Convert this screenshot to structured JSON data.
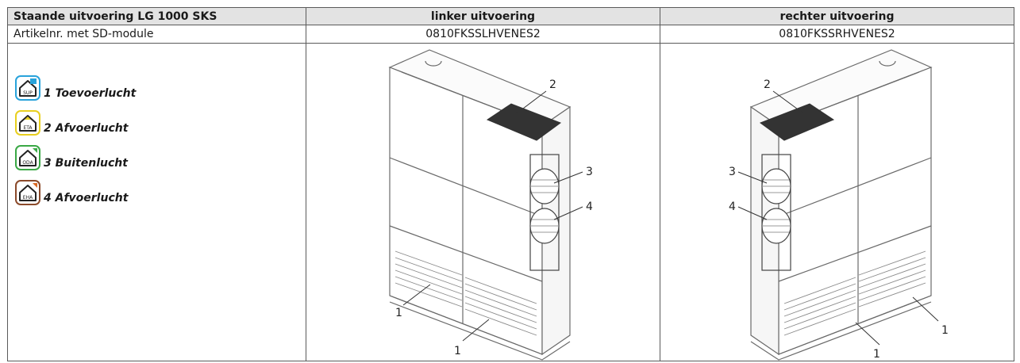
{
  "table": {
    "headers": [
      "Staande uitvoering LG 1000 SKS",
      "linker uitvoering",
      "rechter uitvoering"
    ],
    "article_row": {
      "label": "Artikelnr. met SD-module",
      "left_number": "0810FKSSLHVENES2",
      "right_number": "0810FKSSRHVENES2"
    }
  },
  "legend": [
    {
      "icon": "supply-air-icon",
      "badge": "SUP",
      "text": "1 Toevoerlucht",
      "color": "#29a3db"
    },
    {
      "icon": "exhaust-air-icon",
      "badge": "ETA",
      "text": "2 Afvoerlucht",
      "color": "#e8cf1f"
    },
    {
      "icon": "outdoor-air-icon",
      "badge": "ODA",
      "text": "3 Buitenlucht",
      "color": "#3aa845"
    },
    {
      "icon": "extract-air-icon",
      "badge": "EHA",
      "text": "4 Afvoerlucht",
      "color": "#8b4a2a"
    }
  ],
  "callouts": {
    "one": "1",
    "two": "2",
    "three": "3",
    "four": "4"
  }
}
